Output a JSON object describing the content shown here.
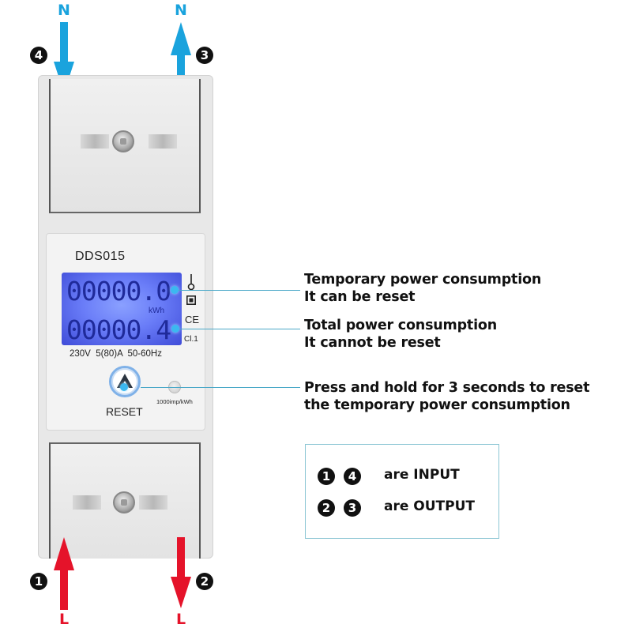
{
  "terminals": {
    "top_left": {
      "number": "4",
      "letter": "N",
      "direction": "down",
      "color": "#1aa3dd"
    },
    "top_right": {
      "number": "3",
      "letter": "N",
      "direction": "up",
      "color": "#1aa3dd"
    },
    "bottom_left": {
      "number": "1",
      "letter": "L",
      "direction": "up",
      "color": "#e5132a"
    },
    "bottom_right": {
      "number": "2",
      "letter": "L",
      "direction": "down",
      "color": "#e5132a"
    }
  },
  "meter": {
    "model": "DDS015",
    "display": {
      "temporary_reading": "00000.0",
      "unit": "kWh",
      "total_reading": "00000.4",
      "backlight_color": "#6a7df8"
    },
    "side_icons": [
      "ground-symbol",
      "double-insulation-symbol",
      "CE",
      "Cl.1"
    ],
    "side_icon_text": {
      "ce": "CE",
      "class": "Cl.1"
    },
    "ratings": "230V  5(80)A  50-60Hz",
    "reset_label": "RESET",
    "impulse_label": "1000imp/kWh"
  },
  "callouts": [
    {
      "line1": "Temporary power consumption",
      "line2": "It can be reset"
    },
    {
      "line1": "Total power consumption",
      "line2": "It cannot be reset"
    },
    {
      "line1": "Press and hold for 3 seconds to reset",
      "line2": "the temporary power consumption"
    }
  ],
  "legend": {
    "rows": [
      {
        "numbers": [
          "1",
          "4"
        ],
        "text": "are INPUT"
      },
      {
        "numbers": [
          "2",
          "3"
        ],
        "text": "are OUTPUT"
      }
    ]
  }
}
